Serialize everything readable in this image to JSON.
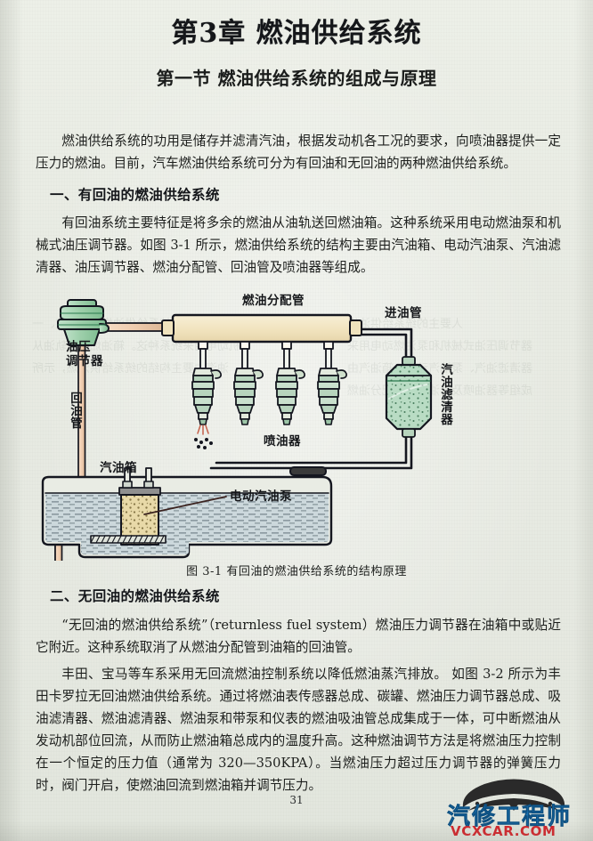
{
  "document": {
    "chapter_title": "第3章 燃油供给系统",
    "section_title": "第一节 燃油供给系统的组成与原理",
    "page_number": "31"
  },
  "paragraphs": {
    "intro": "燃油供给系统的功用是储存并滤清汽油，根据发动机各工况的要求，向喷油器提供一定压力的燃油。目前，汽车燃油供给系统可分为有回油和无回油的两种燃油供给系统。",
    "p1_after_head1": "有回油系统主要特征是将多余的燃油从油轨送回燃油箱。这种系统采用电动燃油泵和机械式油压调节器。如图 3-1 所示，燃油供给系统的结构主要由汽油箱、电动汽油泵、汽油滤清器、油压调节器、燃油分配管、回油管及喷油器等组成。",
    "p2_after_head2": "“无回油的燃油供给系统”（returnless fuel system）燃油压力调节器在油箱中或贴近它附近。这种系统取消了从燃油分配管到油箱的回油管。",
    "p3": "丰田、宝马等车系采用无回流燃油控制系统以降低燃油蒸汽排放。 如图 3-2 所示为丰田卡罗拉无回油燃油供给系统。通过将燃油表传感器总成、碳罐、燃油压力调节器总成、吸油滤清器、燃油滤清器、燃油泵和带泵和仪表的燃油吸油管总成集成于一体，可中断燃油从发动机部位回流，从而防止燃油箱总成内的温度升高。这种燃油调节方法是将燃油压力控制在一个恒定的压力值（通常为 320—350KPA）。当燃油压力超过压力调节器的弹簧压力时，阀门开启，使燃油回流到燃油箱并调节压力。"
  },
  "headings": {
    "h1": "一、有回油的燃油供给系统",
    "h2": "二、无回油的燃油供给系统"
  },
  "figure": {
    "caption": "图 3-1 有回油的燃油供给系统的结构原理",
    "labels": {
      "fuel_rail": "燃油分配管",
      "inlet_pipe": "进油管",
      "pressure_regulator": "油压\n调节器",
      "return_pipe": "回\n油\n管",
      "injector": "喷油器",
      "fuel_filter": "汽油滤清器",
      "fuel_tank": "汽油箱",
      "electric_pump": "电动汽油泵"
    },
    "colors": {
      "rail_fill": "#f3e6c4",
      "green_body": "#a9d5b4",
      "green_stroke": "#1f6b42",
      "return_pipe": "#f0cdb0",
      "tank_fuel": "#ccd8dc",
      "pump_fill": "#e8d9a8",
      "outline": "#14161f"
    }
  },
  "watermark": {
    "chinese": "汽修工程师",
    "domain": "VCXCAR.COM",
    "color_cn": "#1f7fc4",
    "color_en": "#d3252b"
  }
}
